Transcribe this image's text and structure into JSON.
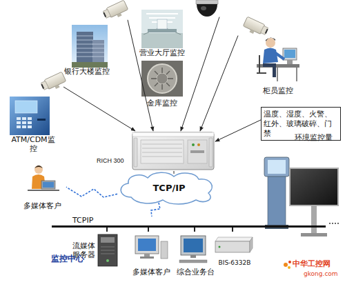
{
  "diagram": {
    "nodes": [
      {
        "text": [
          "ATM/CDM监控"
        ]
      },
      {
        "text": [
          "银行大楼监控"
        ]
      },
      {
        "text": [
          "营业大厅监控"
        ]
      },
      {
        "text": [
          "金库监控"
        ]
      },
      {
        "text": [
          "柜员监控"
        ]
      },
      {
        "text": [
          "温度、湿度、火警、红外、玻璃破碎、门禁",
          "环境监控量"
        ]
      },
      {
        "text": [
          "RICH 300"
        ]
      },
      {
        "text": [
          "TCP/IP"
        ]
      },
      {
        "text": [
          "多媒体客户"
        ]
      },
      {
        "text": [
          "TCPIP"
        ]
      },
      {
        "text": [
          "流媒体服务器"
        ]
      },
      {
        "text": [
          "多媒体客户"
        ]
      },
      {
        "text": [
          "综合业务台"
        ]
      },
      {
        "text": [
          "BIS-6332B"
        ]
      }
    ],
    "edges": [
      {
        "from": 0,
        "to": 6,
        "arrow": "to"
      },
      {
        "from": 1,
        "to": 6,
        "arrow": "to"
      },
      {
        "from": 2,
        "to": 6,
        "arrow": "to"
      },
      {
        "from": 4,
        "to": 6,
        "arrow": "to"
      },
      {
        "from": 5,
        "to": 6,
        "arrow": "to"
      },
      {
        "from": 6,
        "to": 7,
        "arrow": "none"
      },
      {
        "from": 7,
        "to": 8,
        "arrow": "none"
      },
      {
        "from": 7,
        "to": 9,
        "arrow": "none"
      },
      {
        "from": 9,
        "to": 10,
        "arrow": "none"
      },
      {
        "from": 9,
        "to": 11,
        "arrow": "none"
      },
      {
        "from": 9,
        "to": 12,
        "arrow": "none"
      },
      {
        "from": 9,
        "to": 13,
        "arrow": "none"
      }
    ],
    "labels": [
      "监控中心",
      "中华工控网",
      "gkong.com"
    ]
  }
}
